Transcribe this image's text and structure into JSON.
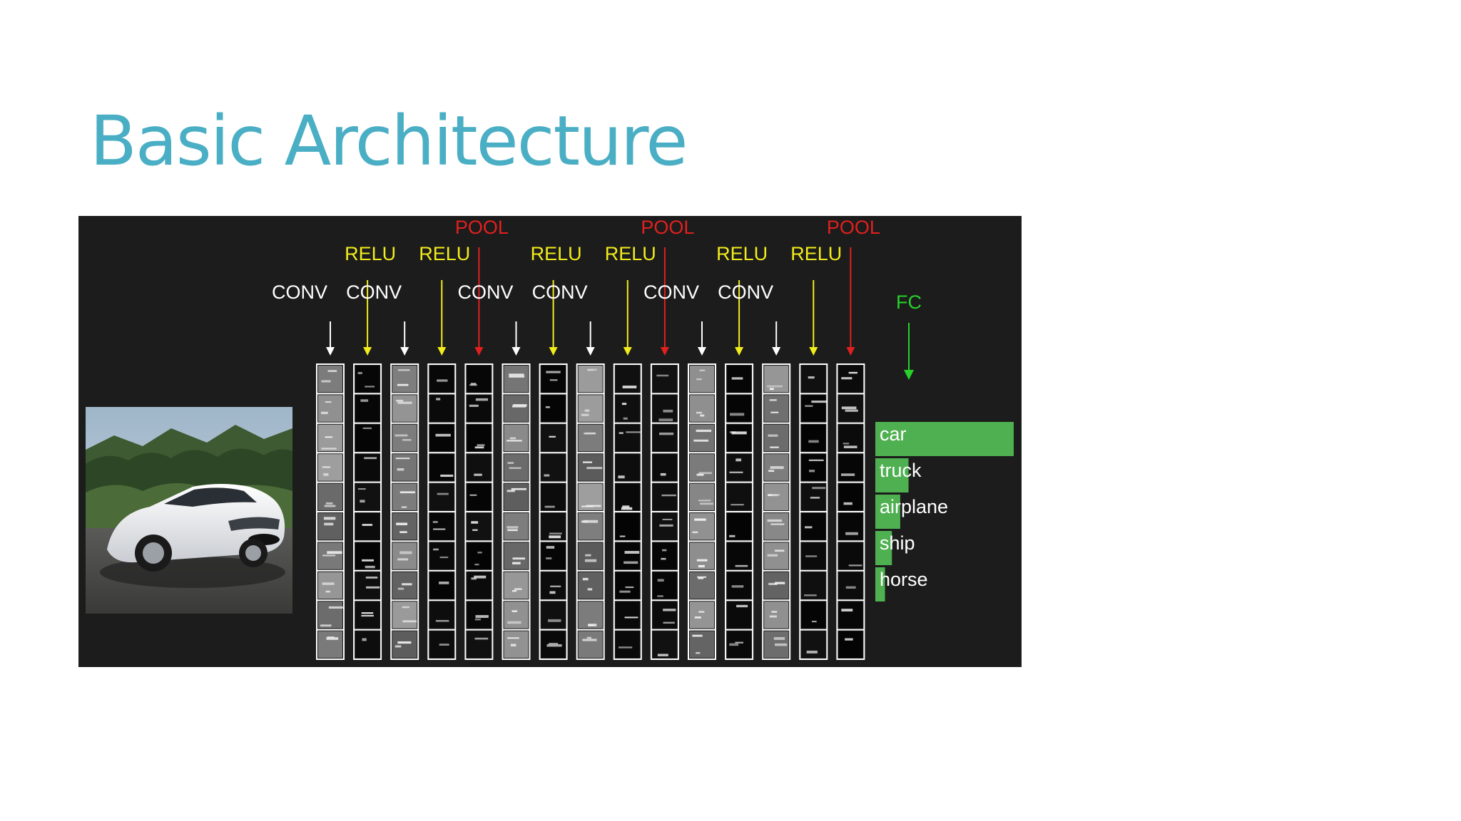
{
  "slide": {
    "title": "Basic Architecture"
  },
  "colors": {
    "title": "#4aaec4",
    "panel_bg": "#1c1c1c",
    "conv": "#ffffff",
    "relu": "#f2ec1d",
    "pool": "#e0201e",
    "fc": "#26d12a",
    "bar": "#4eb050"
  },
  "diagram": {
    "image_alt": "white sports car on road",
    "layers": [
      {
        "label": "CONV",
        "type": "conv"
      },
      {
        "label": "RELU",
        "type": "relu"
      },
      {
        "label": "CONV",
        "type": "conv"
      },
      {
        "label": "RELU",
        "type": "relu"
      },
      {
        "label": "POOL",
        "type": "pool"
      },
      {
        "label": "CONV",
        "type": "conv"
      },
      {
        "label": "RELU",
        "type": "relu"
      },
      {
        "label": "CONV",
        "type": "conv"
      },
      {
        "label": "RELU",
        "type": "relu"
      },
      {
        "label": "POOL",
        "type": "pool"
      },
      {
        "label": "CONV",
        "type": "conv"
      },
      {
        "label": "RELU",
        "type": "relu"
      },
      {
        "label": "CONV",
        "type": "conv"
      },
      {
        "label": "RELU",
        "type": "relu"
      },
      {
        "label": "POOL",
        "type": "pool"
      }
    ],
    "fc_label": "FC",
    "predictions": [
      {
        "label": "car",
        "score": 1.0
      },
      {
        "label": "truck",
        "score": 0.24
      },
      {
        "label": "airplane",
        "score": 0.18
      },
      {
        "label": "ship",
        "score": 0.12
      },
      {
        "label": "horse",
        "score": 0.07
      }
    ]
  }
}
